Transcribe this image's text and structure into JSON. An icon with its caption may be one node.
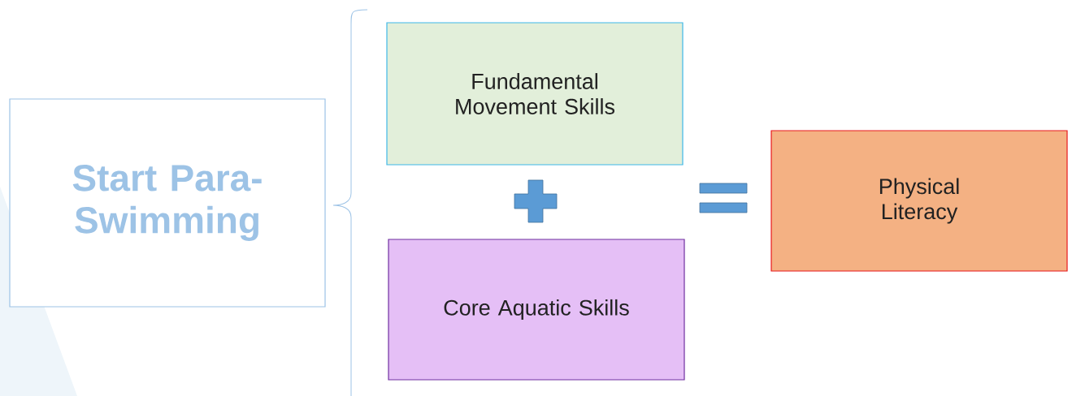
{
  "diagram": {
    "nodes": [
      {
        "text": [
          "Start Para-Swimming"
        ]
      },
      {
        "text": [
          "Fundamental Movement Skills"
        ]
      },
      {
        "text": [
          "Core Aquatic Skills"
        ]
      },
      {
        "text": [
          "Physical Literacy"
        ]
      }
    ]
  }
}
